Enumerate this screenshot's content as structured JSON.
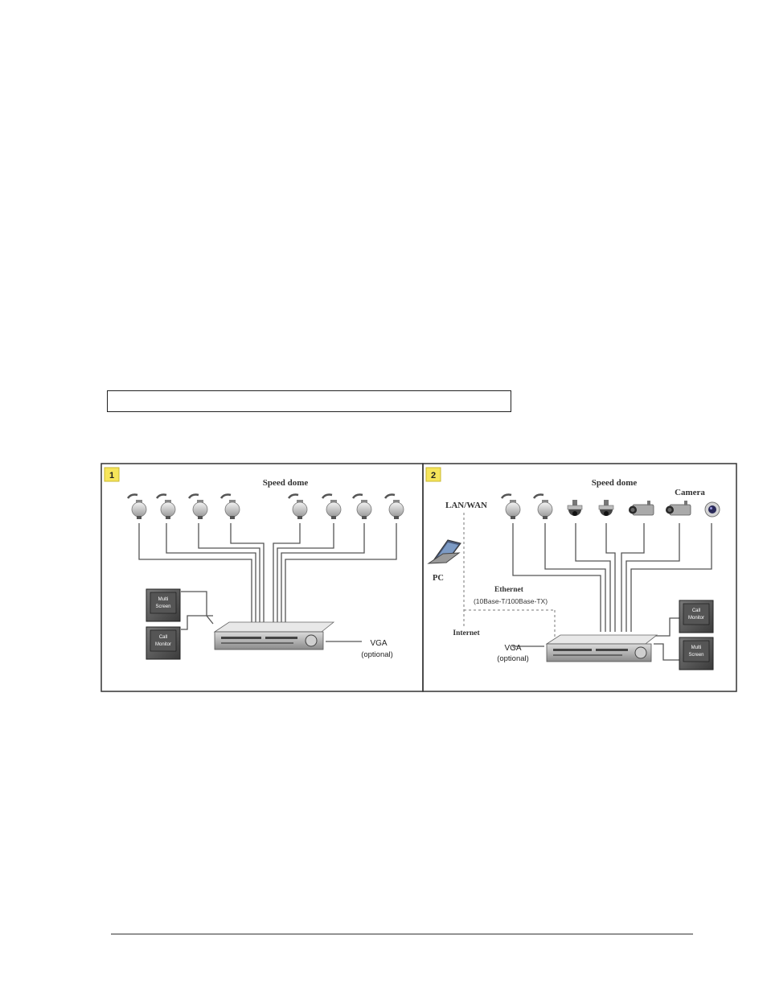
{
  "panel1": {
    "badge": "1",
    "speed_dome_label": "Speed dome",
    "vga_label": "VGA",
    "optional_label": "(optional)",
    "monitor_top_label_1": "Multi",
    "monitor_top_label_2": "Screen",
    "monitor_bottom_label_1": "Call",
    "monitor_bottom_label_2": "Monitor"
  },
  "panel2": {
    "badge": "2",
    "speed_dome_label": "Speed dome",
    "camera_label": "Camera",
    "lanwan_label": "LAN/WAN",
    "pc_label": "PC",
    "ethernet_label": "Ethernet",
    "ethernet_spec": "(10Base-T/100Base-TX)",
    "internet_label": "Internet",
    "vga_label": "VGA",
    "optional_label": "(optional)",
    "monitor_top_label_1": "Call",
    "monitor_top_label_2": "Monitor",
    "monitor_bottom_label_1": "Multi",
    "monitor_bottom_label_2": "Screen"
  },
  "colors": {
    "badge_yellow": "#f6e55a",
    "panel_border": "#333333",
    "wire": "#555555"
  }
}
